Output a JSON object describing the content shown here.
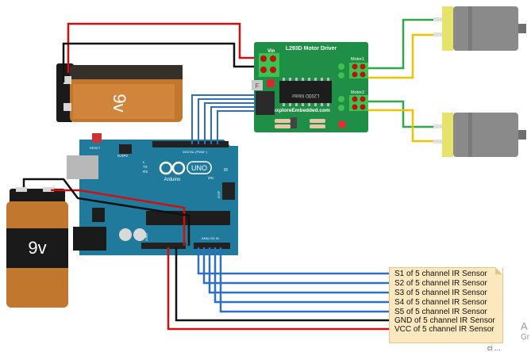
{
  "colors": {
    "arduino_board": "#1f7a9c",
    "driver_board": "#1f8f47",
    "wire_red": "#d10f0f",
    "wire_black": "#111111",
    "wire_blue": "#2f6fc1",
    "wire_green": "#2fa84a",
    "wire_yellow": "#f2c200",
    "note_bg": "#fbe8bf",
    "battery_body": "#c2772e",
    "battery_cap": "#1a1a1a",
    "motor_body": "#8a8a8a",
    "motor_cap": "#e6e36a"
  },
  "battery_top": {
    "label": "9v"
  },
  "battery_bottom": {
    "label": "9v"
  },
  "driver": {
    "title": "L293D Motor Driver",
    "vin": "Vin",
    "motor1": "Motor1",
    "motor2": "Motor2",
    "chip": "L293D Motor",
    "website": "exploreEmbedded.com",
    "jumper": "F"
  },
  "arduino": {
    "brand": "Arduino",
    "model": "UNO",
    "icsp2": "ICSP2",
    "icsp": "ICSP",
    "reset": "RESET",
    "digital": "DIGITAL (PWM~)",
    "analog": "ANALOG IN",
    "ioref": "IOREF",
    "tx": "TX",
    "rx": "RX",
    "l": "L",
    "on": "ON",
    "ir": "IR"
  },
  "sensor_labels": [
    "S1 of 5 channel IR Sensor",
    "S2 of 5 channel IR Sensor",
    "S3 of 5 channel IR Sensor",
    "S4 of 5 channel IR Sensor",
    "S5 of 5 channel IR Sensor",
    "GND of 5 channel IR Sensor",
    "VCC of 5 channel IR Sensor"
  ],
  "watermark": {
    "line1": "A",
    "line2": "Gr",
    "line3": "ci ..."
  }
}
